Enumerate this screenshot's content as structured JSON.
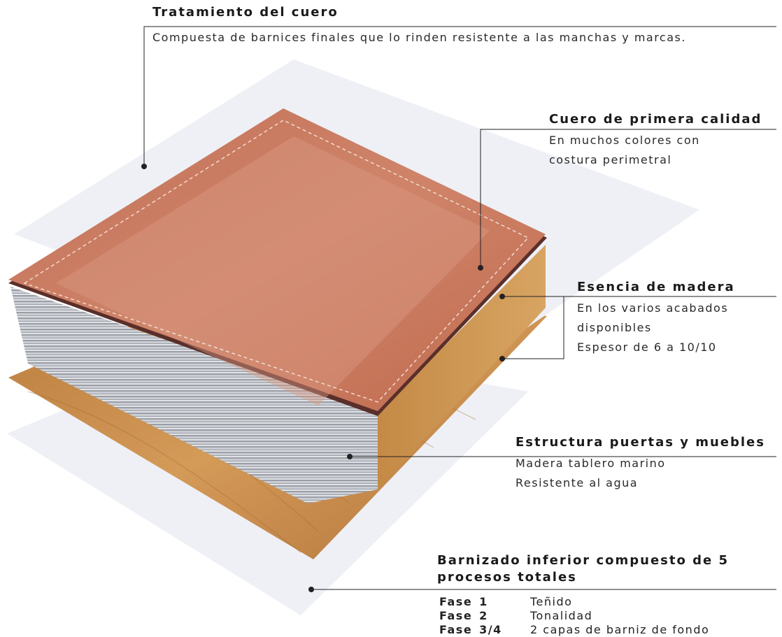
{
  "labels": {
    "treatment": {
      "title": "Tratamiento del cuero",
      "text": "Compuesta de barnices finales que lo rinden resistente a las manchas y marcas."
    },
    "leather": {
      "title": "Cuero de primera calidad",
      "lines": [
        "En muchos colores con",
        "costura perimetral"
      ]
    },
    "wood": {
      "title": "Esencia de madera",
      "lines": [
        "En los varios acabados",
        "disponibles",
        "Espesor de 6 a 10/10"
      ]
    },
    "structure": {
      "title": "Estructura puertas y muebles",
      "lines": [
        "Madera tablero marino",
        "Resistente al agua"
      ]
    },
    "varnish": {
      "title_lines": [
        "Barnizado inferior compuesto de 5",
        "procesos totales"
      ],
      "phases": [
        {
          "word": "Fase",
          "num": "1",
          "desc": "Teñido"
        },
        {
          "word": "Fase",
          "num": "2",
          "desc": "Tonalidad"
        },
        {
          "word": "Fase",
          "num": "3/4",
          "desc": "2 capas de barniz de fondo"
        }
      ]
    }
  },
  "colors": {
    "leather": "#c9775a",
    "leather_light": "#d6957d",
    "wood": "#c98d4c",
    "film": "#eef0f6",
    "line": "#222222"
  }
}
